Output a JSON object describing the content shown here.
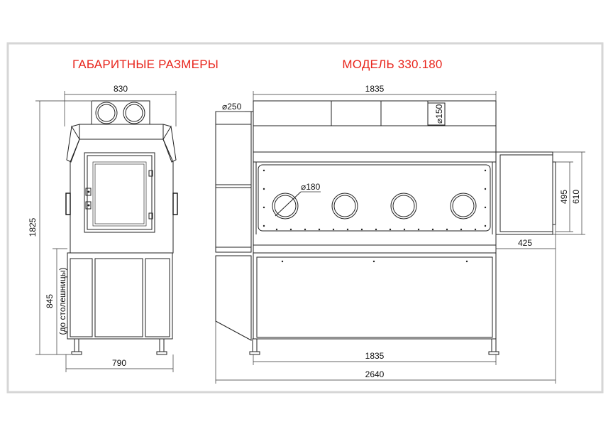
{
  "titles": {
    "left": "ГАБАРИТНЫЕ  РАЗМЕРЫ",
    "right": "МОДЕЛЬ 330.180"
  },
  "dimensions": {
    "front_top_width": "830",
    "front_height": "1825",
    "front_table_height": "845",
    "front_table_note": "(до столешницы)",
    "front_base_width": "790",
    "side_top_width": "1835",
    "side_duct_diameter": "⌀250",
    "side_port_diameter": "⌀150",
    "side_glove_diameter": "⌀180",
    "side_box_height_inner": "495",
    "side_box_height_outer": "610",
    "side_box_depth": "425",
    "side_base_width": "1835",
    "side_total_width": "2640"
  },
  "colors": {
    "title": "#e8251c",
    "line": "#222222",
    "frame": "#d6d6d6"
  }
}
